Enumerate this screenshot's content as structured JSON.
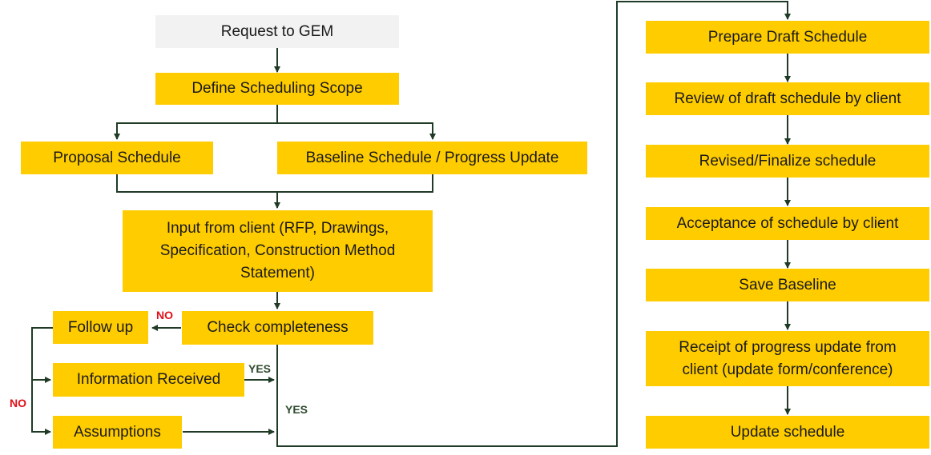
{
  "colors": {
    "box_fill": "#ffcc00",
    "start_fill": "#f2f2f2",
    "connector": "#1f3b26",
    "no_label": "#e0101a",
    "yes_label": "#2e4a2e"
  },
  "nodes": {
    "request": "Request to GEM",
    "define_scope": "Define Scheduling Scope",
    "proposal": "Proposal Schedule",
    "baseline_progress": "Baseline Schedule / Progress Update",
    "input_client": "Input from client (RFP, Drawings, Specification, Construction Method Statement)",
    "check": "Check completeness",
    "follow_up": "Follow up",
    "info_received": "Information Received",
    "assumptions": "Assumptions",
    "prepare_draft": "Prepare Draft Schedule",
    "review_draft": "Review of draft schedule by client",
    "revise_finalize": "Revised/Finalize schedule",
    "acceptance": "Acceptance of schedule by client",
    "save_baseline": "Save Baseline",
    "receipt_progress": "Receipt of progress update from client (update form/conference)",
    "update_schedule": "Update schedule"
  },
  "labels": {
    "no_check": "NO",
    "no_follow": "NO",
    "yes_info": "YES",
    "yes_main": "YES"
  }
}
